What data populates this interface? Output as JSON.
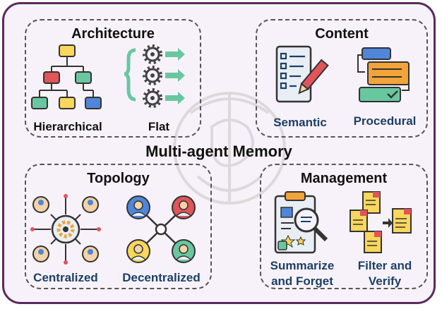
{
  "title": "Multi-agent Memory",
  "panels": {
    "architecture": {
      "title": "Architecture",
      "items": [
        {
          "label": "Hierarchical",
          "icon": "hierarchy-tree-icon"
        },
        {
          "label": "Flat",
          "icon": "gear-arrows-icon"
        }
      ]
    },
    "content": {
      "title": "Content",
      "items": [
        {
          "label": "Semantic",
          "icon": "checklist-pencil-icon"
        },
        {
          "label": "Procedural",
          "icon": "workflow-steps-icon"
        }
      ]
    },
    "topology": {
      "title": "Topology",
      "items": [
        {
          "label": "Centralized",
          "icon": "hub-gear-agents-icon"
        },
        {
          "label": "Decentralized",
          "icon": "peer-agents-icon"
        }
      ]
    },
    "management": {
      "title": "Management",
      "items": [
        {
          "label": "Summarize and Forget",
          "icon": "clipboard-magnifier-icon"
        },
        {
          "label": "Filter and Verify",
          "icon": "document-filter-icon"
        }
      ]
    }
  },
  "colors": {
    "border": "#5a2a5c",
    "background": "#f7f2f9",
    "label_navy": "#1d3f66",
    "yellow": "#f9d65c",
    "red": "#e0545a",
    "green": "#69c7a0",
    "blue": "#4f86d9",
    "orange": "#f2a33a"
  }
}
